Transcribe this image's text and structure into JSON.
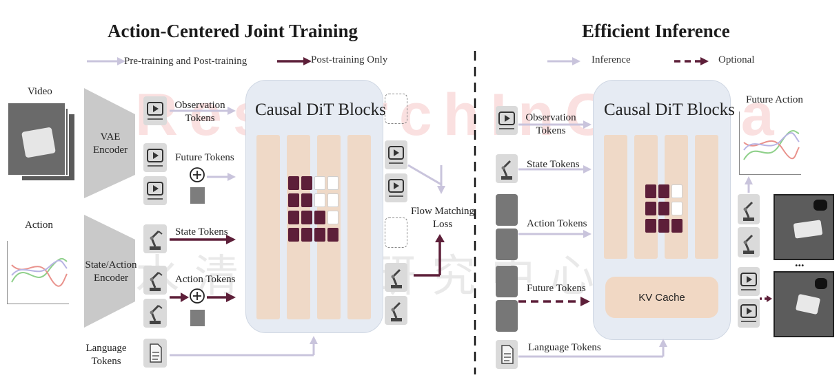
{
  "left": {
    "title": "Action-Centered Joint Training",
    "legend_pre_post": "Pre-training  and Post-training",
    "legend_post_only": "Post-training Only",
    "video_label": "Video",
    "action_label": "Action",
    "vae_encoder": "VAE\nEncoder",
    "state_action_encoder": "State/Action\nEncoder",
    "language_tokens": "Language\nTokens",
    "observation_tokens": "Observation\nTokens",
    "future_tokens": "Future Tokens",
    "state_tokens": "State Tokens",
    "action_tokens": "Action Tokens",
    "dit_title": "Causal DiT Blocks",
    "flow_matching": "Flow Matching\nLoss"
  },
  "right": {
    "title": "Efficient Inference",
    "legend_inference": "Inference",
    "legend_optional": "Optional",
    "observation_tokens": "Observation\nTokens",
    "state_tokens": "State Tokens",
    "action_tokens": "Action Tokens",
    "future_tokens": "Future Tokens",
    "language_tokens": "Language Tokens",
    "dit_title": "Causal DiT Blocks",
    "kv_cache": "KV Cache",
    "future_action": "Future Action",
    "ellipsis": "..."
  },
  "watermark": {
    "en": "ResearchInChina",
    "cn": "水清木华研究中心"
  },
  "colors": {
    "accent_dark": "#5d1f39",
    "arrow_light": "#c9c4dc",
    "pillar": "#efd9c7",
    "panel": "#e6ebf3",
    "curve_green": "#8fd08a",
    "curve_red": "#e9928c",
    "curve_purple": "#b7b3e3"
  },
  "icons": {
    "observation": "video-play-icon",
    "state_action": "robot-arm-icon",
    "language": "document-icon",
    "plus": "plus-circle-icon",
    "noise": "noise-patch-icon"
  }
}
